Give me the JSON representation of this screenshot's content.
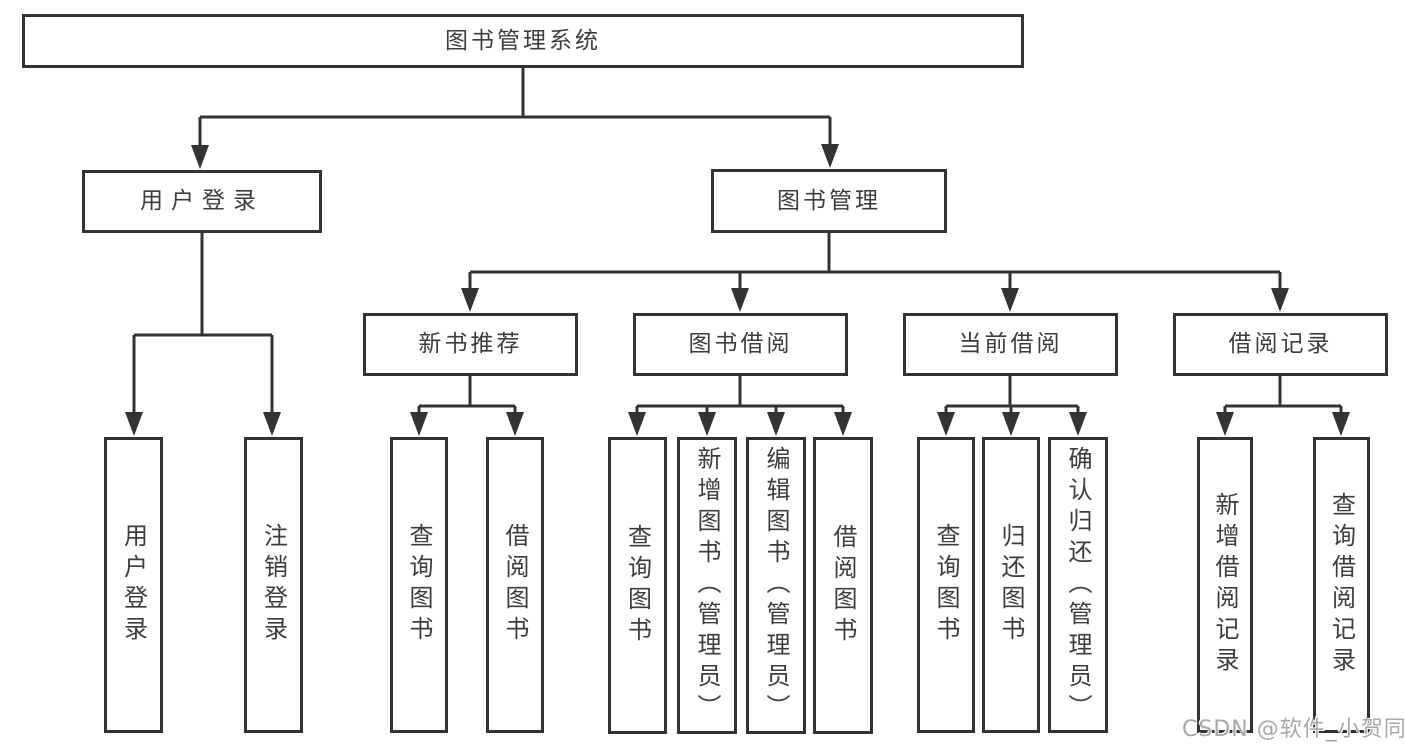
{
  "diagram": {
    "title": "图书管理系统",
    "nodes": {
      "root": {
        "label": "图书管理系统"
      },
      "user_login": {
        "label": "用户登录"
      },
      "book_mgmt": {
        "label": "图书管理"
      },
      "new_book_rec": {
        "label": "新书推荐"
      },
      "book_borrow": {
        "label": "图书借阅"
      },
      "current_borrow": {
        "label": "当前借阅"
      },
      "borrow_records": {
        "label": "借阅记录"
      },
      "login_user_login": {
        "label": "用户登录"
      },
      "login_logout": {
        "label": "注销登录"
      },
      "rec_query_book": {
        "label": "查询图书"
      },
      "rec_borrow_book": {
        "label": "借阅图书"
      },
      "bb_query_book": {
        "label": "查询图书"
      },
      "bb_add_book": {
        "label": "新增图书（管理员）"
      },
      "bb_edit_book": {
        "label": "编辑图书（管理员）"
      },
      "bb_borrow_book": {
        "label": "借阅图书"
      },
      "cb_query_book": {
        "label": "查询图书"
      },
      "cb_return_book": {
        "label": "归还图书"
      },
      "cb_confirm_return": {
        "label": "确认归还（管理员）"
      },
      "rc_add_record": {
        "label": "新增借阅记录"
      },
      "rc_query_record": {
        "label": "查询借阅记录"
      }
    },
    "edges": [
      [
        "root",
        "user_login"
      ],
      [
        "root",
        "book_mgmt"
      ],
      [
        "user_login",
        "login_user_login"
      ],
      [
        "user_login",
        "login_logout"
      ],
      [
        "book_mgmt",
        "new_book_rec"
      ],
      [
        "book_mgmt",
        "book_borrow"
      ],
      [
        "book_mgmt",
        "current_borrow"
      ],
      [
        "book_mgmt",
        "borrow_records"
      ],
      [
        "new_book_rec",
        "rec_query_book"
      ],
      [
        "new_book_rec",
        "rec_borrow_book"
      ],
      [
        "book_borrow",
        "bb_query_book"
      ],
      [
        "book_borrow",
        "bb_add_book"
      ],
      [
        "book_borrow",
        "bb_edit_book"
      ],
      [
        "book_borrow",
        "bb_borrow_book"
      ],
      [
        "current_borrow",
        "cb_query_book"
      ],
      [
        "current_borrow",
        "cb_return_book"
      ],
      [
        "current_borrow",
        "cb_confirm_return"
      ],
      [
        "borrow_records",
        "rc_add_record"
      ],
      [
        "borrow_records",
        "rc_query_record"
      ]
    ],
    "colors": {
      "line": "#333333",
      "box_border": "#333333",
      "text": "#3d3d3d",
      "background": "#ffffff",
      "watermark": "#a8a8a8"
    }
  },
  "watermark": {
    "text": "CSDN @软件_小贺同学"
  }
}
